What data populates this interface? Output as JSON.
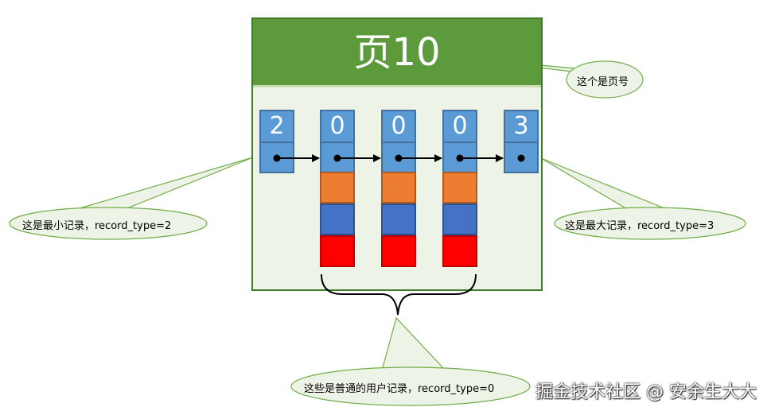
{
  "page": {
    "title": "页10"
  },
  "records": [
    {
      "label": "2",
      "kind": "min"
    },
    {
      "label": "0",
      "kind": "user"
    },
    {
      "label": "0",
      "kind": "user"
    },
    {
      "label": "0",
      "kind": "user"
    },
    {
      "label": "3",
      "kind": "max"
    }
  ],
  "callouts": {
    "page_number": "这个是页号",
    "min_record": "这是最小记录，record_type=2",
    "max_record": "这是最大记录，record_type=3",
    "user_records": "这些是普通的用户记录，record_type=0"
  },
  "watermark": "掘金技术社区 @ 安余生大大",
  "colors": {
    "header_green": "#5d9a3c",
    "body_green": "#eef3e7",
    "record_blue": "#5b9bd5",
    "orange": "#ed7d31",
    "dark_blue": "#4472c4",
    "red": "#ff0000",
    "callout_fill": "#eef3e7",
    "callout_stroke": "#70ad47"
  }
}
